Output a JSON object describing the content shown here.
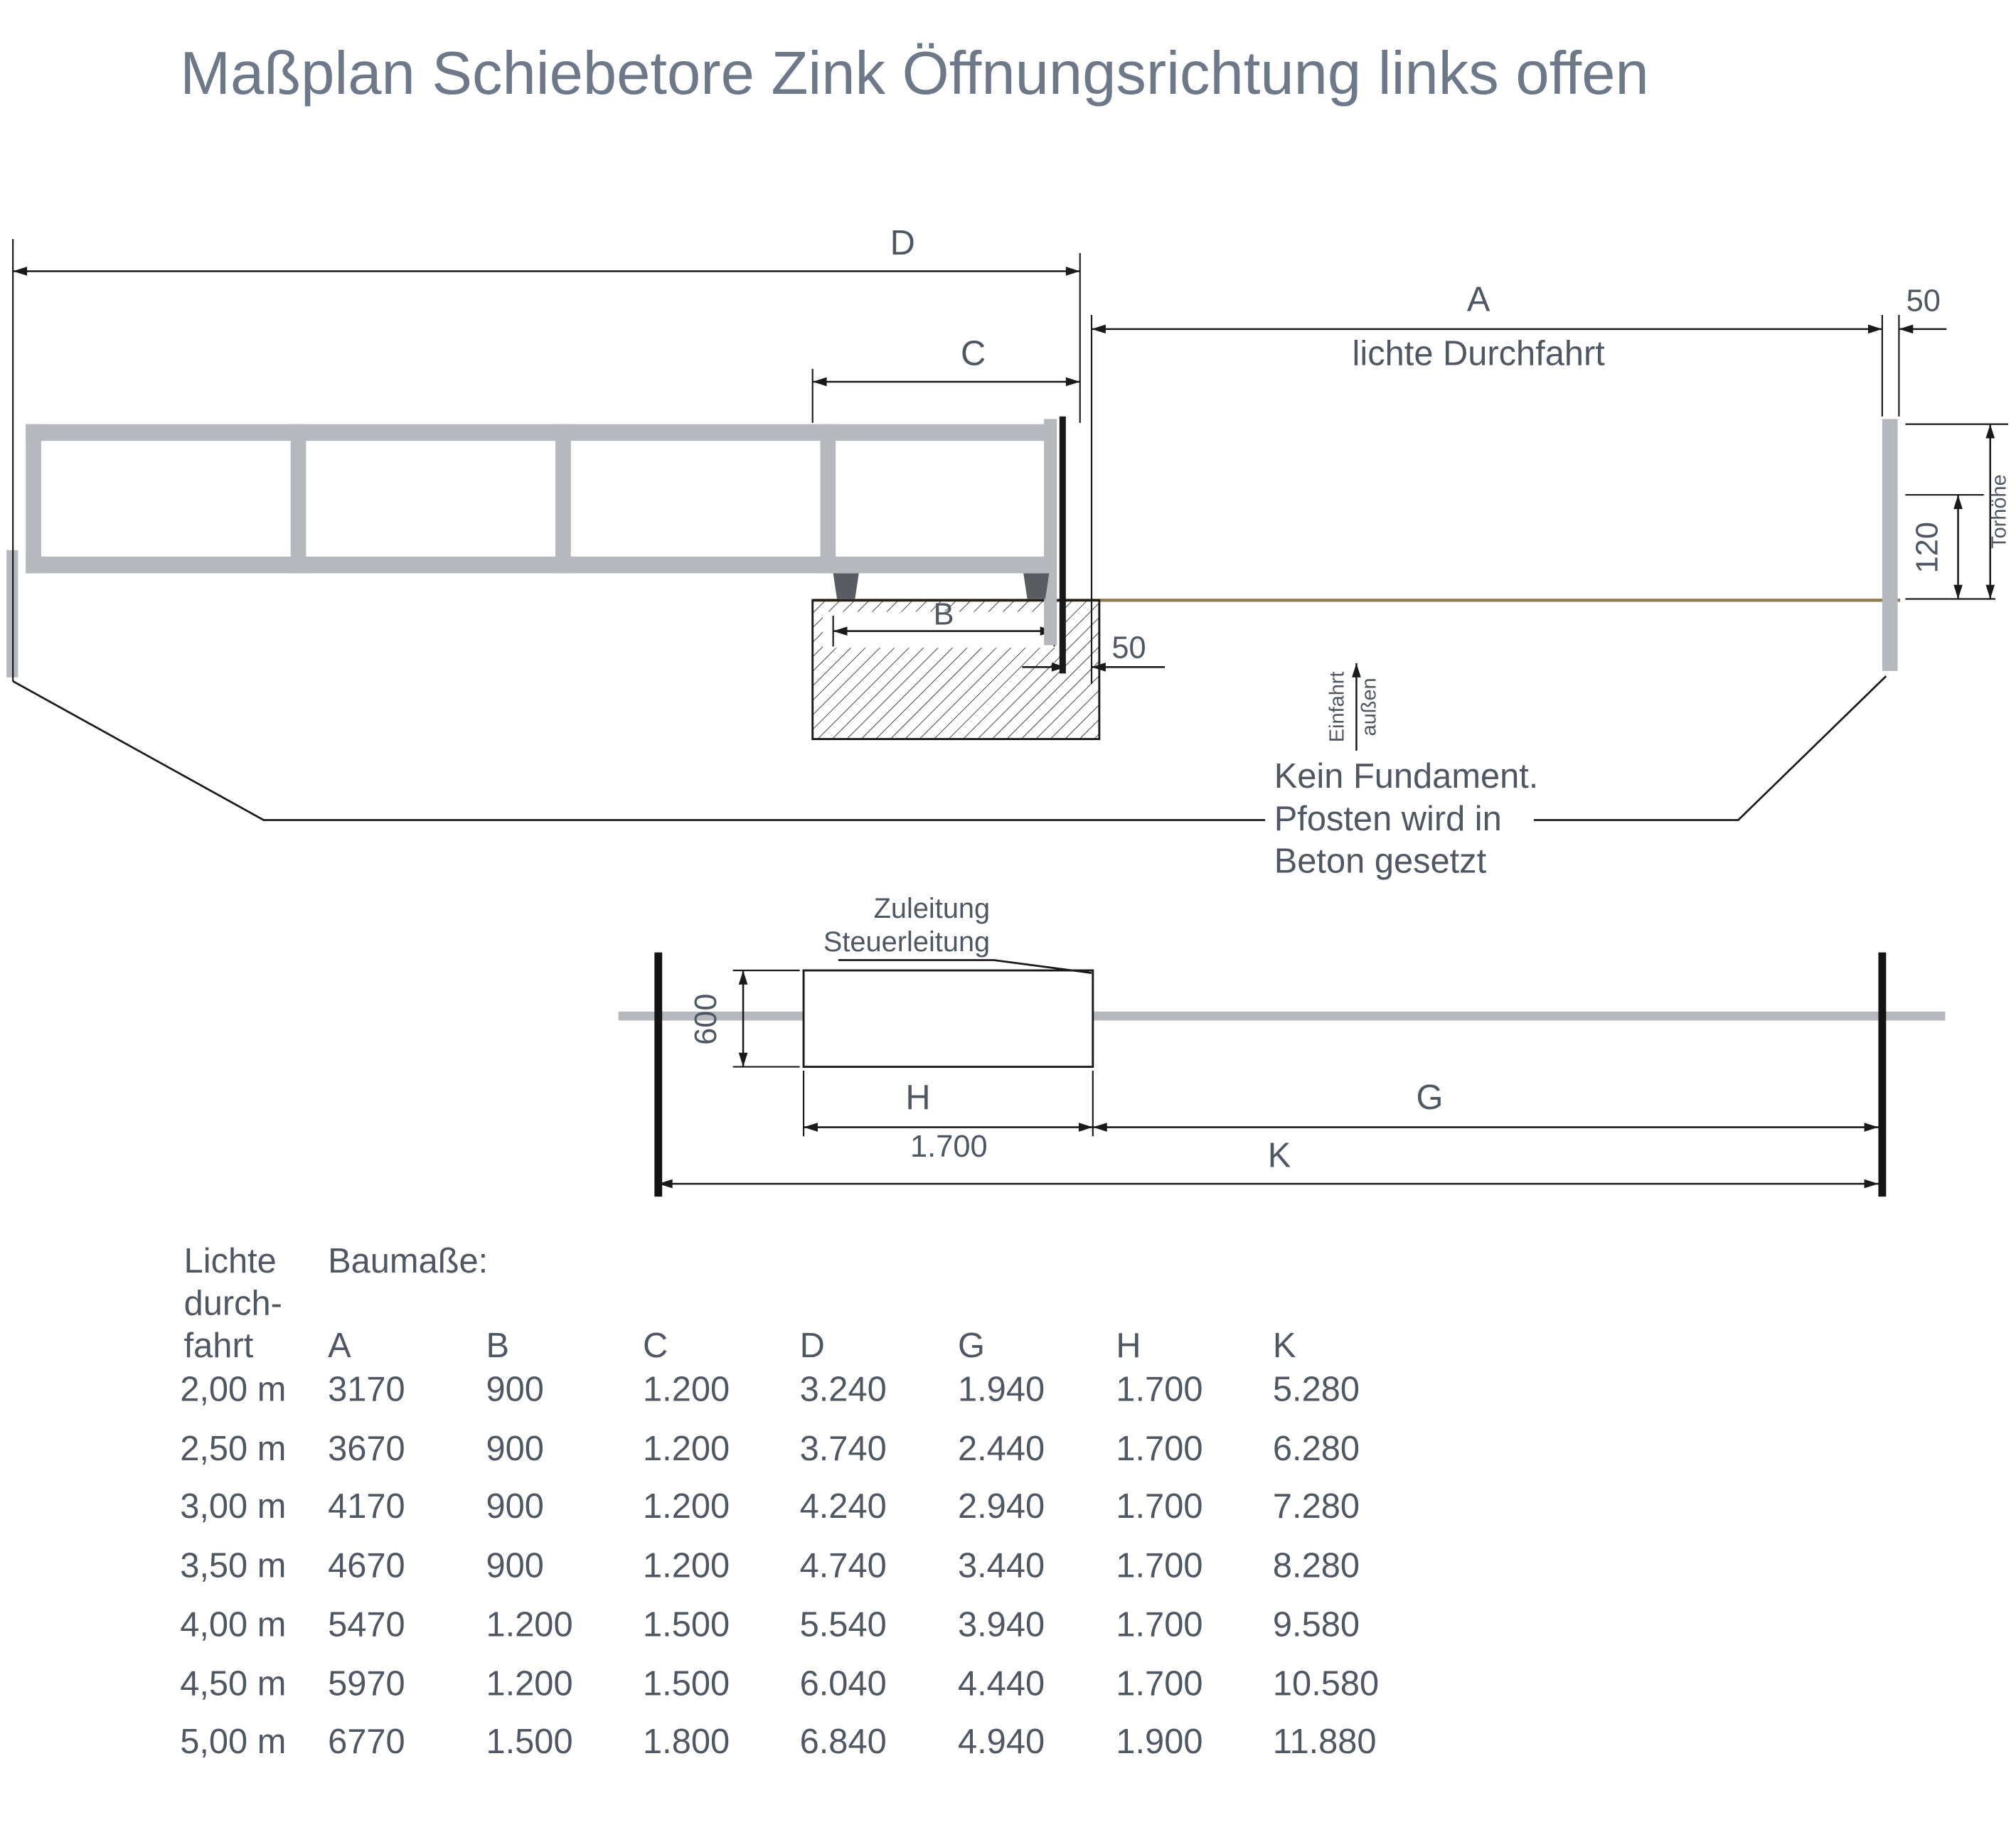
{
  "title": "Maßplan Schiebetore Zink Öffnungsrichtung links offen",
  "colors": {
    "title_text": "#6d7889",
    "body_text": "#4f5763",
    "line": "#1a1a1a",
    "gate_gray": "#b5b8bc",
    "ground_brown": "#8f7d52"
  },
  "elevation": {
    "dim_d": "D",
    "dim_a": "A",
    "dim_a_sub": "lichte Durchfahrt",
    "dim_c": "C",
    "dim_b": "B",
    "post_width": "50",
    "edge_offset": "50",
    "dim_120": "120",
    "gate_height_label": "Torhöhe",
    "entry_label_line1": "Einfahrt",
    "entry_label_line2": "außen",
    "note_line1": "Kein Fundament.",
    "note_line2": "Pfosten wird in",
    "note_line3": "Beton gesetzt"
  },
  "plan": {
    "supply_line1": "Zuleitung",
    "supply_line2": "Steuerleitung",
    "dim_600": "600",
    "dim_h": "H",
    "dim_g": "G",
    "dim_h_value": "1.700",
    "dim_k": "K"
  },
  "table": {
    "row_header_lines": [
      "Lichte",
      "durch-",
      "fahrt"
    ],
    "group_header": "Baumaße:",
    "columns": [
      "A",
      "B",
      "C",
      "D",
      "G",
      "H",
      "K"
    ],
    "rows": [
      {
        "size": "2,00 m",
        "values": [
          "3170",
          "900",
          "1.200",
          "3.240",
          "1.940",
          "1.700",
          "5.280"
        ]
      },
      {
        "size": "2,50 m",
        "values": [
          "3670",
          "900",
          "1.200",
          "3.740",
          "2.440",
          "1.700",
          "6.280"
        ]
      },
      {
        "size": "3,00 m",
        "values": [
          "4170",
          "900",
          "1.200",
          "4.240",
          "2.940",
          "1.700",
          "7.280"
        ]
      },
      {
        "size": "3,50 m",
        "values": [
          "4670",
          "900",
          "1.200",
          "4.740",
          "3.440",
          "1.700",
          "8.280"
        ]
      },
      {
        "size": "4,00 m",
        "values": [
          "5470",
          "1.200",
          "1.500",
          "5.540",
          "3.940",
          "1.700",
          "9.580"
        ]
      },
      {
        "size": "4,50 m",
        "values": [
          "5970",
          "1.200",
          "1.500",
          "6.040",
          "4.440",
          "1.700",
          "10.580"
        ]
      },
      {
        "size": "5,00 m",
        "values": [
          "6770",
          "1.500",
          "1.800",
          "6.840",
          "4.940",
          "1.900",
          "11.880"
        ]
      }
    ]
  }
}
